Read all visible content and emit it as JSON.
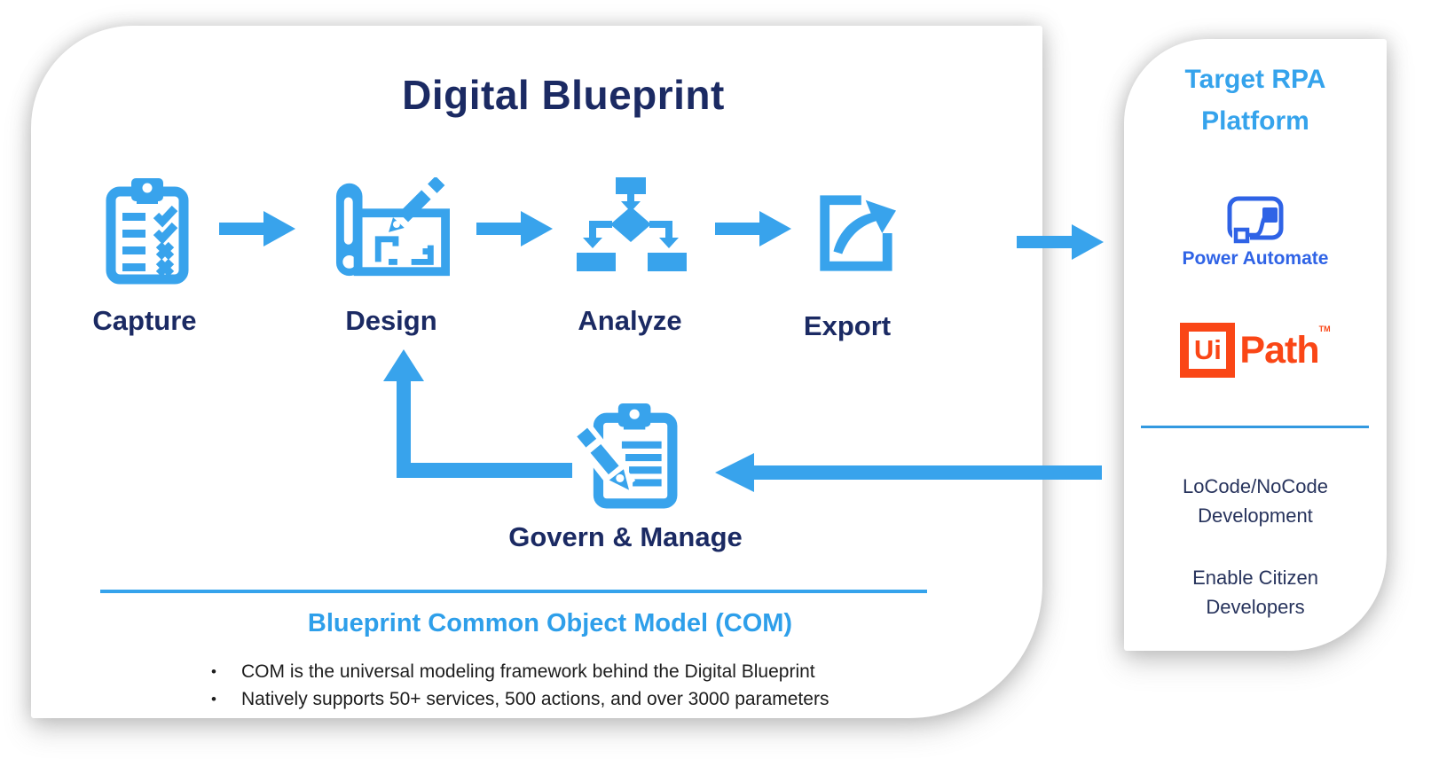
{
  "main": {
    "title": "Digital Blueprint",
    "steps": [
      {
        "label": "Capture"
      },
      {
        "label": "Design"
      },
      {
        "label": "Analyze"
      },
      {
        "label": "Export"
      }
    ],
    "govern_label": "Govern & Manage",
    "com": {
      "heading": "Blueprint Common Object Model (COM)",
      "bullet_char": "•",
      "bullets": [
        "COM is the universal modeling framework behind the Digital Blueprint",
        "Natively supports 50+ services, 500 actions, and over 3000 parameters"
      ]
    }
  },
  "panel": {
    "title": "Target RPA Platform",
    "power_automate_label": "Power Automate",
    "uipath": {
      "ui": "Ui",
      "path": "Path",
      "tm": "TM"
    },
    "items": [
      "LoCode/NoCode Development",
      "Enable Citizen Developers"
    ]
  },
  "colors": {
    "accent_blue": "#38A3EC",
    "heading_blue": "#2E9FEA",
    "navy": "#1B2A63",
    "power_automate_blue": "#2F63E6",
    "uipath_orange": "#FA4616",
    "body_text": "#1D1D1D",
    "panel_text": "#27335C"
  }
}
